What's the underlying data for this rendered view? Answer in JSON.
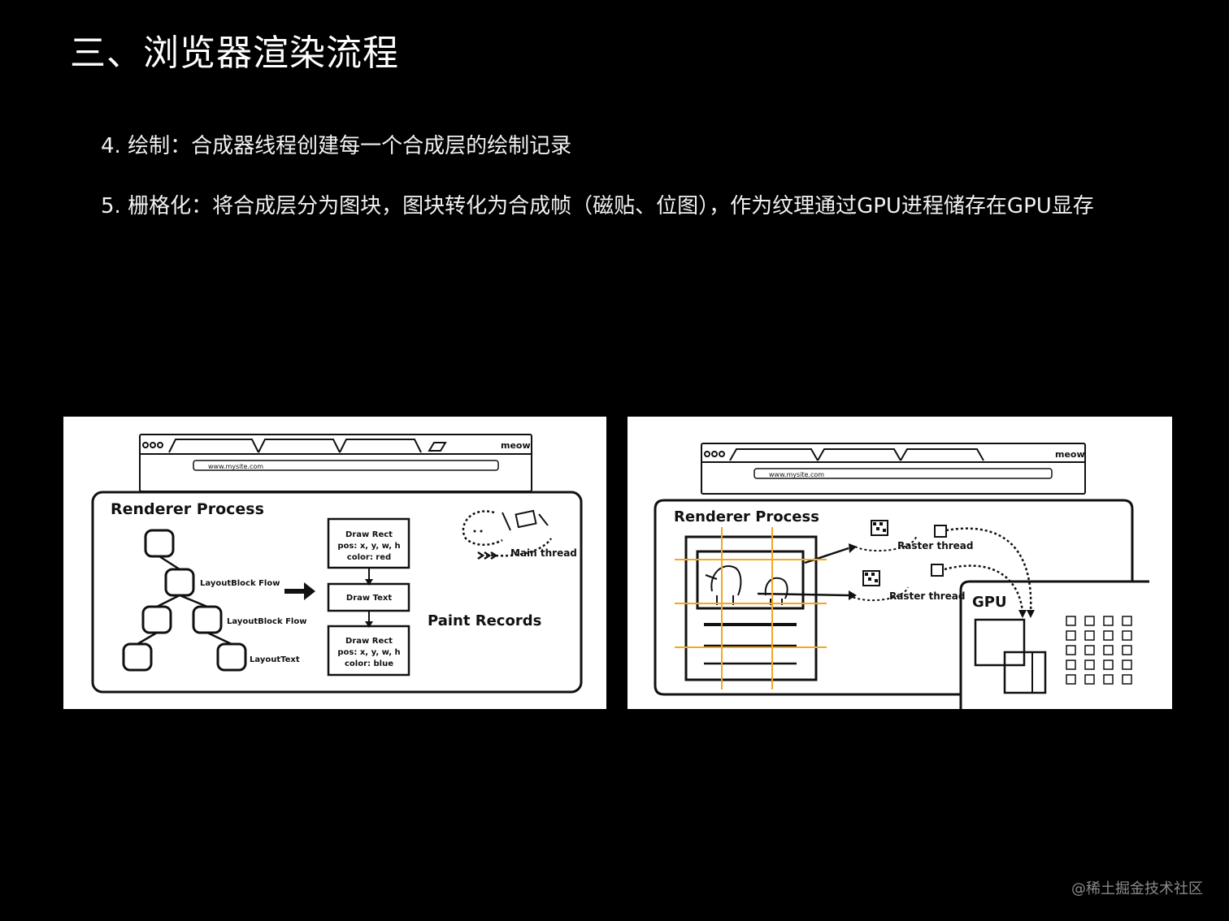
{
  "slide": {
    "title": "三、浏览器渲染流程",
    "item1": "4. 绘制：合成器线程创建每一个合成层的绘制记录",
    "item2": "5. 栅格化：将合成层分为图块，图块转化为合成帧（磁贴、位图），作为纹理通过GPU进程储存在GPU显存",
    "watermark": "@稀土掘金技术社区"
  },
  "left_diagram": {
    "browser_url": "www.mysite.com",
    "browser_menu": "meow",
    "process_title": "Renderer Process",
    "tree": {
      "node1": "LayoutBlock Flow",
      "node2": "LayoutBlock Flow",
      "node3": "LayoutText"
    },
    "records": {
      "r1_l1": "Draw Rect",
      "r1_l2": "pos: x, y, w, h",
      "r1_l3": "color: red",
      "r2_l1": "Draw Text",
      "r3_l1": "Draw Rect",
      "r3_l2": "pos: x, y, w, h",
      "r3_l3": "color: blue"
    },
    "paint_records": "Paint Records",
    "main_thread": "Main thread"
  },
  "right_diagram": {
    "browser_url": "www.mysite.com",
    "browser_menu": "meow",
    "process_title": "Renderer Process",
    "raster1": "Raster thread",
    "raster2": "Raster thread",
    "gpu": "GPU"
  },
  "colors": {
    "background": "#000000",
    "grid_lines": "#f5a623",
    "ink": "#111111"
  }
}
